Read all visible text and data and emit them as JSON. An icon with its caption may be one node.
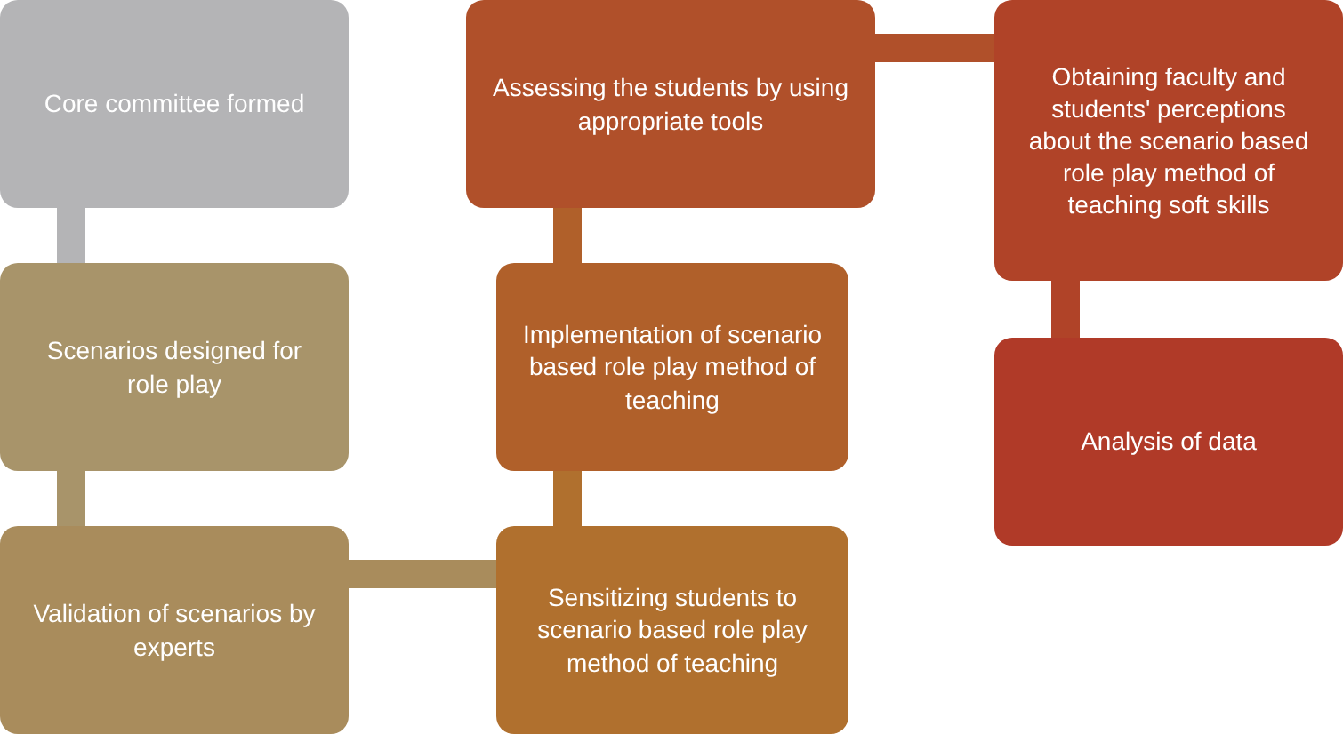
{
  "diagram": {
    "nodes": [
      {
        "text": [
          "Core committee formed"
        ]
      },
      {
        "text": [
          "Scenarios designed for role play"
        ]
      },
      {
        "text": [
          "Validation of scenarios by experts"
        ]
      },
      {
        "text": [
          "Sensitizing students to scenario based role play method of teaching"
        ]
      },
      {
        "text": [
          "Implementation of scenario based role play method of teaching"
        ]
      },
      {
        "text": [
          "Assessing the students by using appropriate tools"
        ]
      },
      {
        "text": [
          "Obtaining faculty and students' perceptions about the scenario based role play method of teaching soft skills"
        ]
      },
      {
        "text": [
          "Analysis of data"
        ]
      }
    ],
    "edges": [
      {
        "from": 0,
        "to": 1,
        "arrow": "none",
        "color": "#b4b4b6"
      },
      {
        "from": 1,
        "to": 2,
        "arrow": "none",
        "color": "#a8946a"
      },
      {
        "from": 2,
        "to": 3,
        "arrow": "none",
        "color": "#a98c5c"
      },
      {
        "from": 3,
        "to": 4,
        "arrow": "none",
        "color": "#b0702e"
      },
      {
        "from": 4,
        "to": 5,
        "arrow": "none",
        "color": "#b0602a"
      },
      {
        "from": 5,
        "to": 6,
        "arrow": "none",
        "color": "#b0502a"
      },
      {
        "from": 6,
        "to": 7,
        "arrow": "none",
        "color": "#b04328"
      }
    ]
  }
}
